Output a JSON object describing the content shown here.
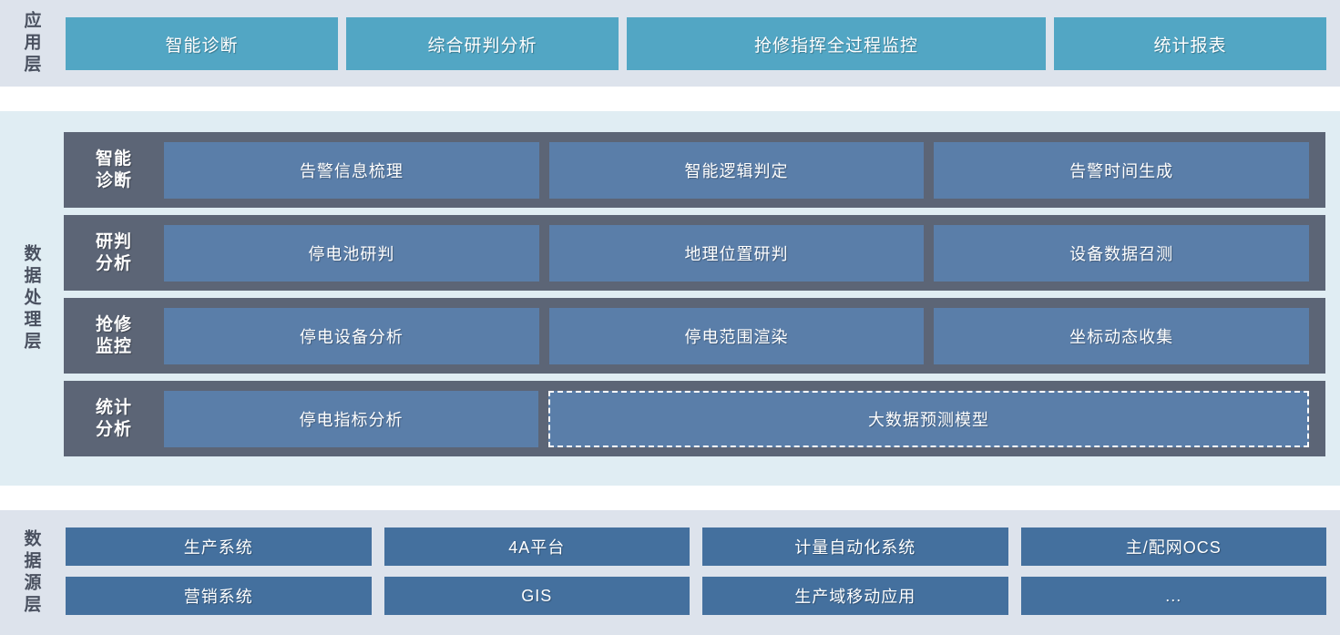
{
  "application_layer": {
    "label": "应用层",
    "boxes": [
      {
        "label": "智能诊断"
      },
      {
        "label": "综合研判分析"
      },
      {
        "label": "抢修指挥全过程监控"
      },
      {
        "label": "统计报表"
      }
    ]
  },
  "data_processing_layer": {
    "label": "数据处理层",
    "rows": [
      {
        "category": "智能\n诊断",
        "category_line1": "智能",
        "category_line2": "诊断",
        "cells": [
          {
            "label": "告警信息梳理"
          },
          {
            "label": "智能逻辑判定"
          },
          {
            "label": "告警时间生成"
          }
        ]
      },
      {
        "category_line1": "研判",
        "category_line2": "分析",
        "cells": [
          {
            "label": "停电池研判"
          },
          {
            "label": "地理位置研判"
          },
          {
            "label": "设备数据召测"
          }
        ]
      },
      {
        "category_line1": "抢修",
        "category_line2": "监控",
        "cells": [
          {
            "label": "停电设备分析"
          },
          {
            "label": "停电范围渲染"
          },
          {
            "label": "坐标动态收集"
          }
        ]
      },
      {
        "category_line1": "统计",
        "category_line2": "分析",
        "cells": [
          {
            "label": "停电指标分析"
          },
          {
            "label": "大数据预测模型"
          }
        ]
      }
    ]
  },
  "data_source_layer": {
    "label": "数据源层",
    "rows": [
      [
        {
          "label": "生产系统"
        },
        {
          "label": "4A平台"
        },
        {
          "label": "计量自动化系统"
        },
        {
          "label": "主/配网OCS"
        }
      ],
      [
        {
          "label": "营销系统"
        },
        {
          "label": "GIS"
        },
        {
          "label": "生产域移动应用"
        },
        {
          "label": "..."
        }
      ]
    ]
  },
  "colors": {
    "application_box": "#52a6c4",
    "application_band": "#dde3ec",
    "processing_band": "#e0edf3",
    "processing_row": "#5c6576",
    "processing_cell": "#5a7ea9",
    "source_band": "#dde3ec",
    "source_box": "#44709e",
    "label_text": "#4a5160",
    "box_text": "#ffffff"
  }
}
